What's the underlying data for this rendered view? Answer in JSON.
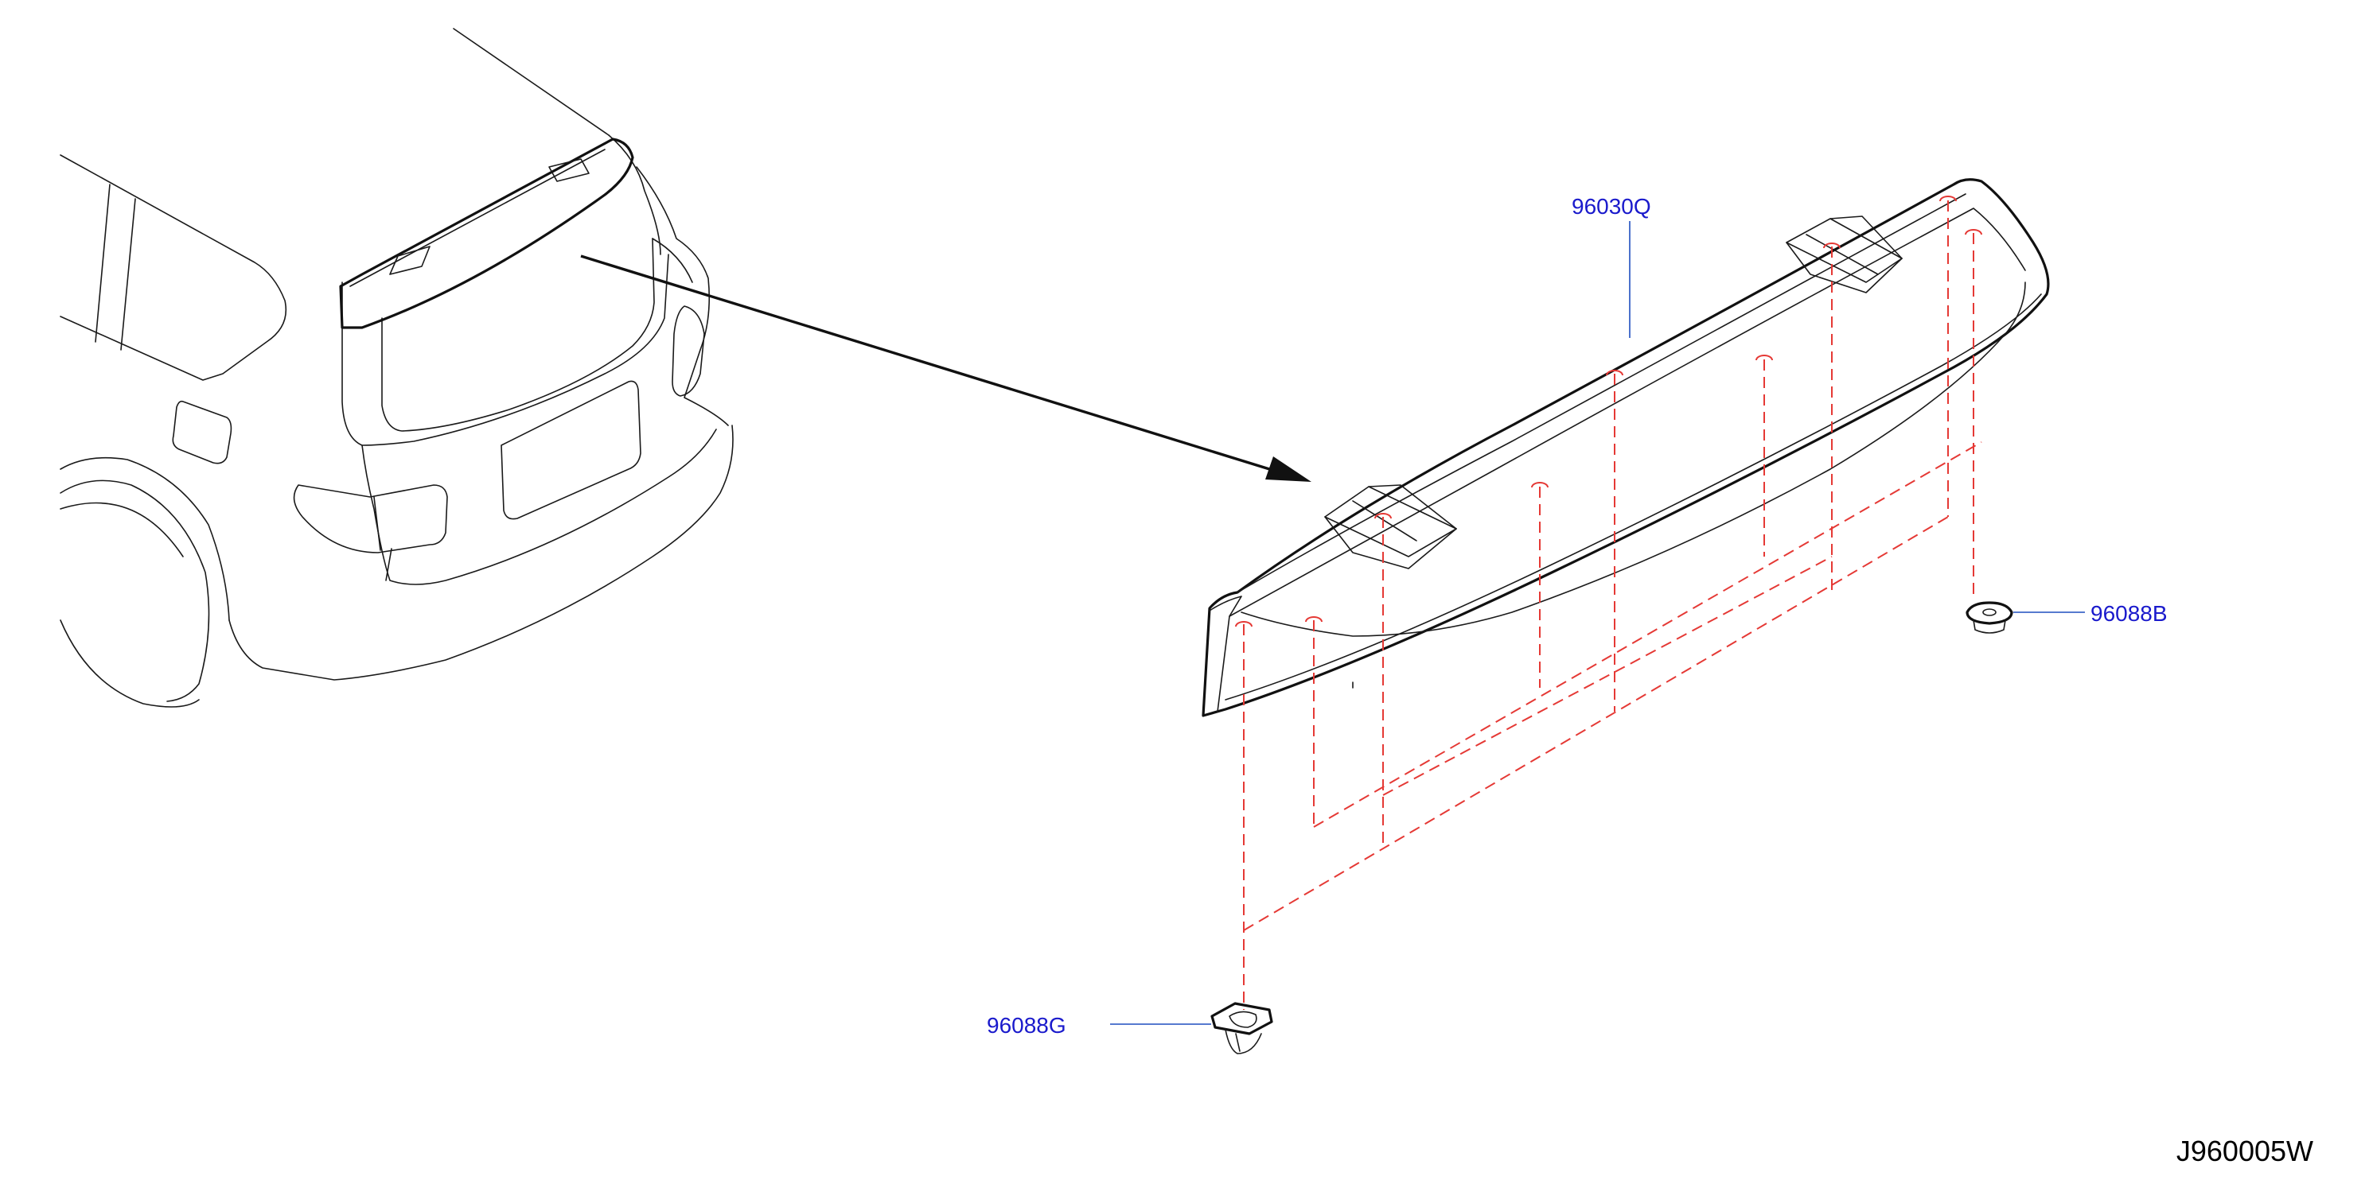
{
  "parts": {
    "spoiler": {
      "number": "96030Q"
    },
    "grommet": {
      "number": "96088B"
    },
    "clip": {
      "number": "96088G"
    }
  },
  "diagram_id": "J960005W",
  "colors": {
    "line": "#1a1a1a",
    "part_label": "#1a1acc",
    "leader": "#1f4fbf",
    "dashed_guide": "#e53935"
  }
}
